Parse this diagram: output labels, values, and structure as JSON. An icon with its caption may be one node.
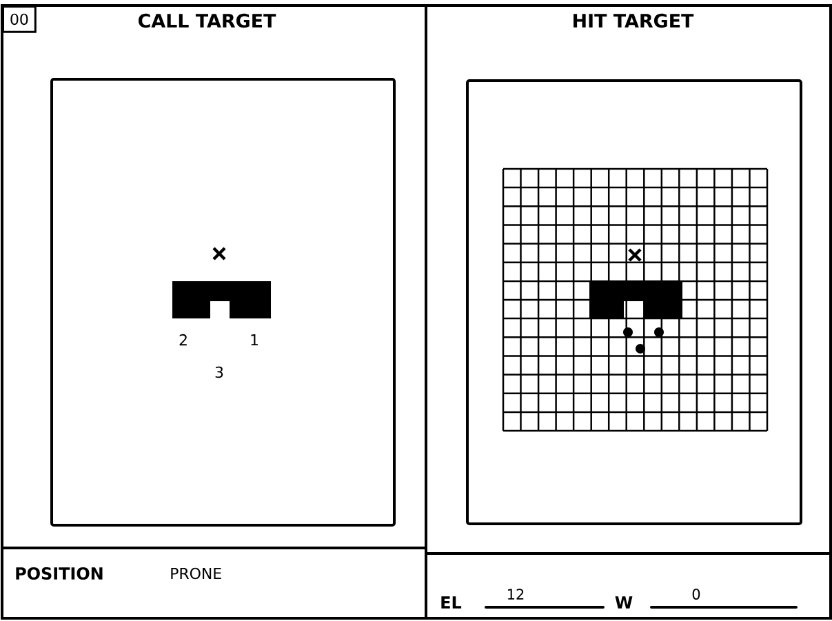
{
  "diagram": {
    "nodes": [
      {
        "text": [
          "CALL TARGET"
        ]
      },
      {
        "text": [
          "HIT TARGET"
        ]
      },
      {
        "text": [
          "00"
        ]
      }
    ],
    "labels": [
      "2",
      "1",
      "3",
      "POSITION",
      "PRONE",
      "EL",
      "12",
      "W",
      "0"
    ]
  }
}
